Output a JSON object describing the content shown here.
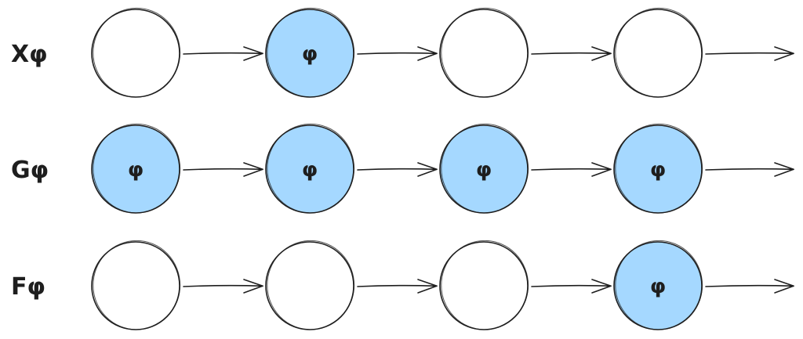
{
  "diagram": {
    "colors": {
      "highlight": "#a5d8ff",
      "empty": "#ffffff",
      "stroke": "#1e1e1e"
    },
    "rows": [
      {
        "label": "Xφ",
        "states": [
          {
            "highlighted": false,
            "symbol": ""
          },
          {
            "highlighted": true,
            "symbol": "φ"
          },
          {
            "highlighted": false,
            "symbol": ""
          },
          {
            "highlighted": false,
            "symbol": ""
          }
        ]
      },
      {
        "label": "Gφ",
        "states": [
          {
            "highlighted": true,
            "symbol": "φ"
          },
          {
            "highlighted": true,
            "symbol": "φ"
          },
          {
            "highlighted": true,
            "symbol": "φ"
          },
          {
            "highlighted": true,
            "symbol": "φ"
          }
        ]
      },
      {
        "label": "Fφ",
        "states": [
          {
            "highlighted": false,
            "symbol": ""
          },
          {
            "highlighted": false,
            "symbol": ""
          },
          {
            "highlighted": false,
            "symbol": ""
          },
          {
            "highlighted": true,
            "symbol": "φ"
          }
        ]
      }
    ]
  }
}
